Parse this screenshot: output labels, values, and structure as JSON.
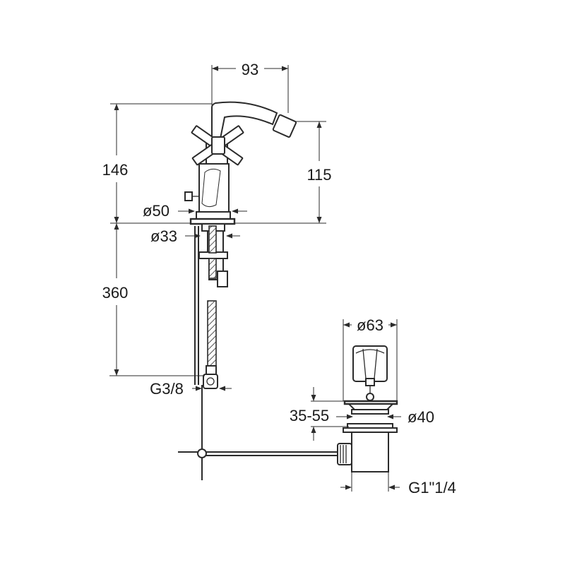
{
  "dimensions": {
    "spout_reach": "93",
    "total_height": "146",
    "spout_height": "115",
    "base_diameter": "ø50",
    "hole_diameter": "ø33",
    "hose_length": "360",
    "hose_connection": "G3/8",
    "waste_head_diameter": "ø63",
    "worktop_thickness": "35-55",
    "waste_hole_diameter": "ø40",
    "waste_thread": "G1\"1/4"
  },
  "colors": {
    "line": "#2b2b2b",
    "text": "#1a1a1a",
    "background": "#ffffff"
  }
}
